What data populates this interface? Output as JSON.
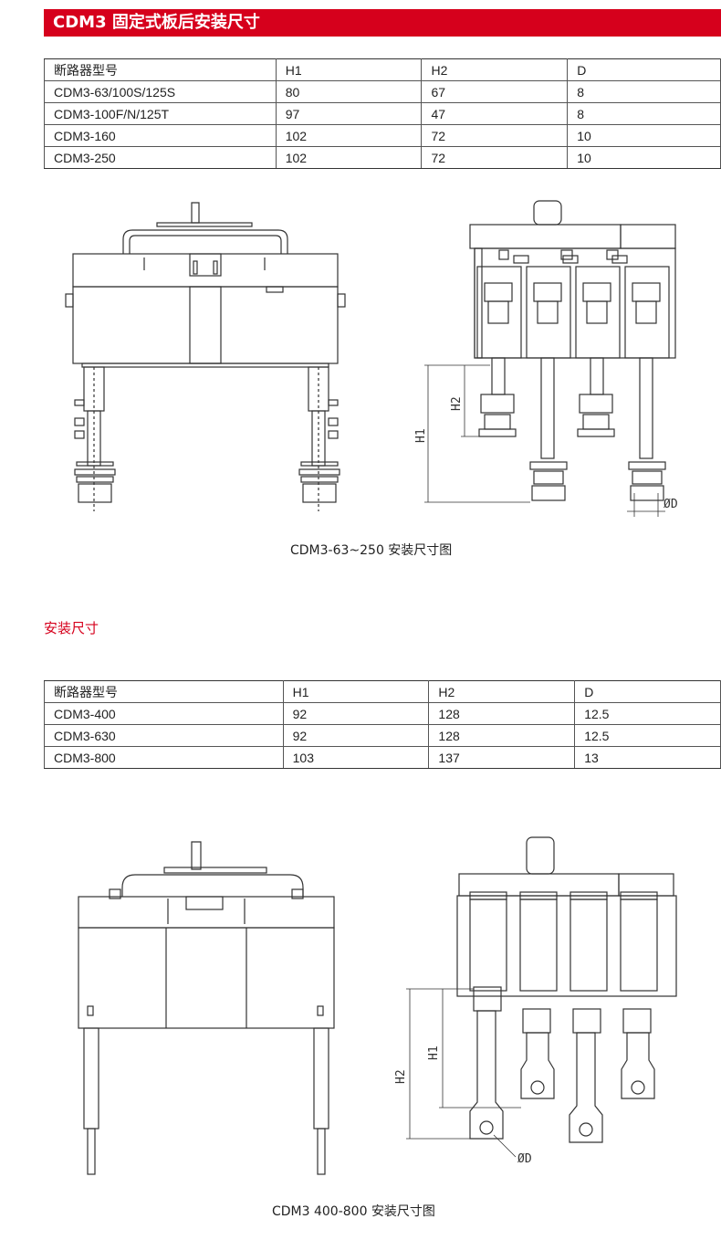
{
  "header": {
    "title": "CDM3 固定式板后安装尺寸"
  },
  "table1": {
    "headers": [
      "断路器型号",
      "H1",
      "H2",
      "D"
    ],
    "rows": [
      [
        "CDM3-63/100S/125S",
        "80",
        "67",
        "8"
      ],
      [
        "CDM3-100F/N/125T",
        "97",
        "47",
        "8"
      ],
      [
        "CDM3-160",
        "102",
        "72",
        "10"
      ],
      [
        "CDM3-250",
        "102",
        "72",
        "10"
      ]
    ]
  },
  "figure1": {
    "caption": "CDM3-63~250 安装尺寸图",
    "labels": {
      "h1": "H1",
      "h2": "H2",
      "d": "ØD"
    }
  },
  "section2": {
    "title": "安装尺寸"
  },
  "table2": {
    "headers": [
      "断路器型号",
      "H1",
      "H2",
      "D"
    ],
    "rows": [
      [
        "CDM3-400",
        "92",
        "128",
        "12.5"
      ],
      [
        "CDM3-630",
        "92",
        "128",
        "12.5"
      ],
      [
        "CDM3-800",
        "103",
        "137",
        "13"
      ]
    ]
  },
  "figure2": {
    "caption": "CDM3 400-800 安装尺寸图",
    "labels": {
      "h1": "H1",
      "h2": "H2",
      "d": "ØD"
    }
  }
}
